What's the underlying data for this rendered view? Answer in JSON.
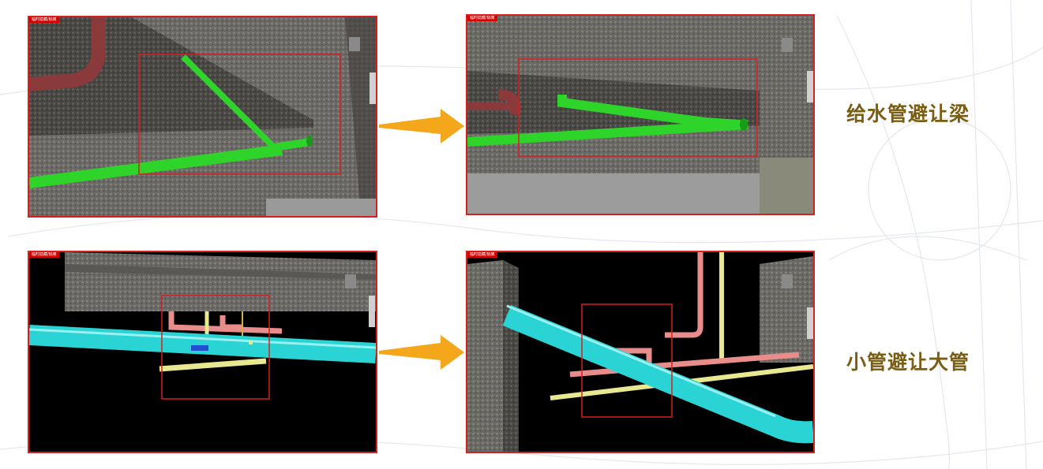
{
  "rows": [
    {
      "caption": "给水管避让梁",
      "before_tag": "临时隐藏/隔离",
      "after_tag": "临时隐藏/隔离"
    },
    {
      "caption": "小管避让大管",
      "before_tag": "临时隐藏/隔离",
      "after_tag": "临时隐藏/隔离"
    }
  ],
  "colors": {
    "frame": "#d42020",
    "arrow": "#f4a71a",
    "caption": "#7a5c12",
    "water_pipe": "#2fd42a",
    "large_pipe": "#2ad4d4",
    "pink_pipe": "#e88c8c",
    "yellow_pipe": "#e8e890"
  }
}
